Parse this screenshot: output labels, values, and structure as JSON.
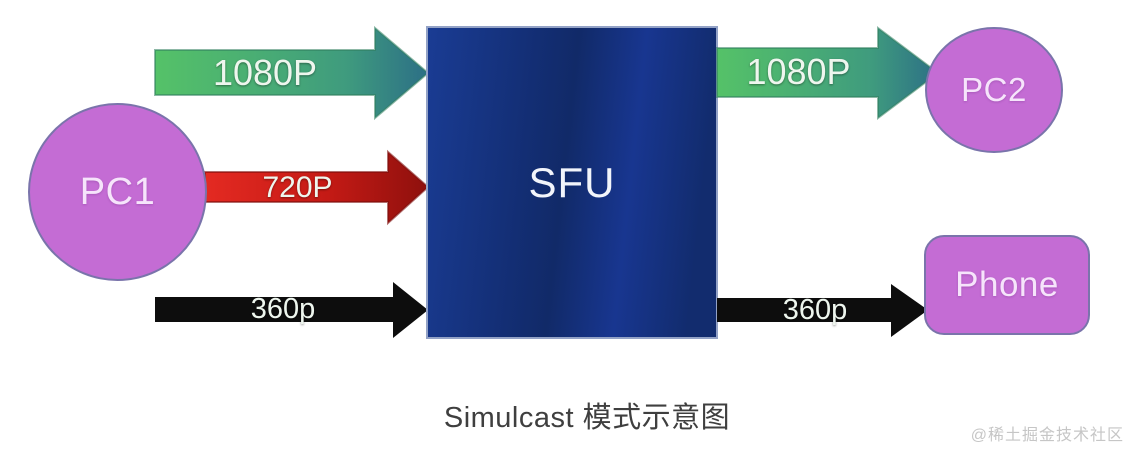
{
  "diagram": {
    "caption": "Simulcast 模式示意图",
    "watermark": "@稀土掘金技术社区",
    "nodes": {
      "pc1": {
        "label": "PC1"
      },
      "sfu": {
        "label": "SFU"
      },
      "pc2": {
        "label": "PC2"
      },
      "phone": {
        "label": "Phone"
      }
    },
    "arrows": {
      "pc1_to_sfu_high": {
        "label": "1080P"
      },
      "pc1_to_sfu_mid": {
        "label": "720P"
      },
      "pc1_to_sfu_low": {
        "label": "360p"
      },
      "sfu_to_pc2": {
        "label": "1080P"
      },
      "sfu_to_phone": {
        "label": "360p"
      }
    },
    "colors": {
      "node_fill": "#c46cd4",
      "node_border": "#7a74ab",
      "node_text": "#f6e4fb",
      "green_0": "#55c268",
      "green_1": "#3f9b7e",
      "green_2": "#2c6f86",
      "red_0": "#e42a22",
      "red_1": "#c41a15",
      "red_2": "#8e100d",
      "black_arrow": "#0d0d0d",
      "sfu_0": "#1a3c94",
      "sfu_1": "#132e74",
      "sfu_2": "#112a68",
      "sfu_3": "#183690",
      "sfu_4": "#122c6e",
      "sfu_border": "#93a2c6",
      "arrow_text": "#eef6ee",
      "caption_text": "#3f3f3f",
      "watermark_text": "#c6c6c6"
    }
  }
}
